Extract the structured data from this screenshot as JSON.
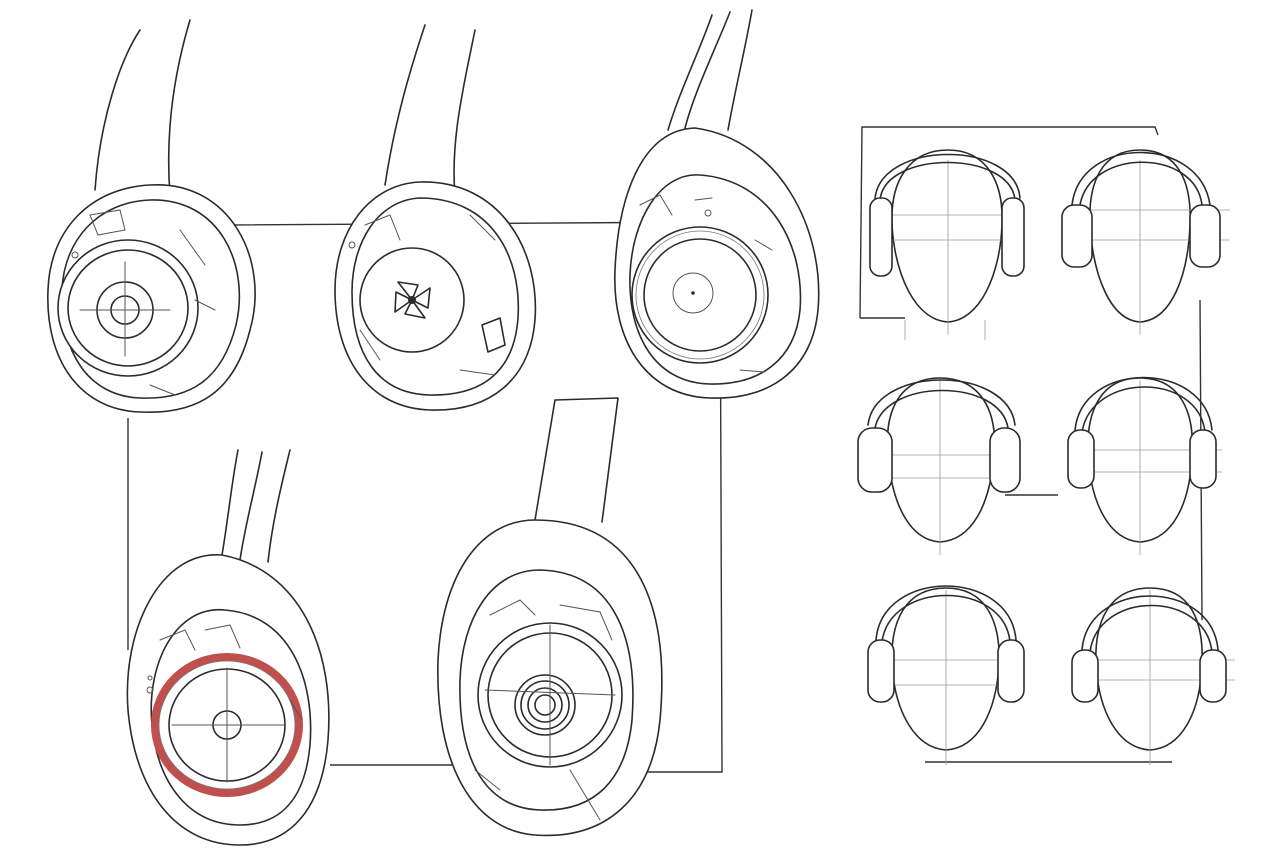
{
  "colors": {
    "background": "#ffffff",
    "ink": "#2b2b2b",
    "accent": "#c0504d"
  },
  "earcup_sketches": [
    {
      "name": "earcup-sketch-driver"
    },
    {
      "name": "earcup-sketch-fan"
    },
    {
      "name": "earcup-sketch-ring"
    },
    {
      "name": "earcup-sketch-red-ring"
    },
    {
      "name": "earcup-sketch-concentric"
    }
  ],
  "head_studies": [
    {
      "name": "head-study-1"
    },
    {
      "name": "head-study-2"
    },
    {
      "name": "head-study-3"
    },
    {
      "name": "head-study-4"
    },
    {
      "name": "head-study-5"
    },
    {
      "name": "head-study-6"
    }
  ]
}
